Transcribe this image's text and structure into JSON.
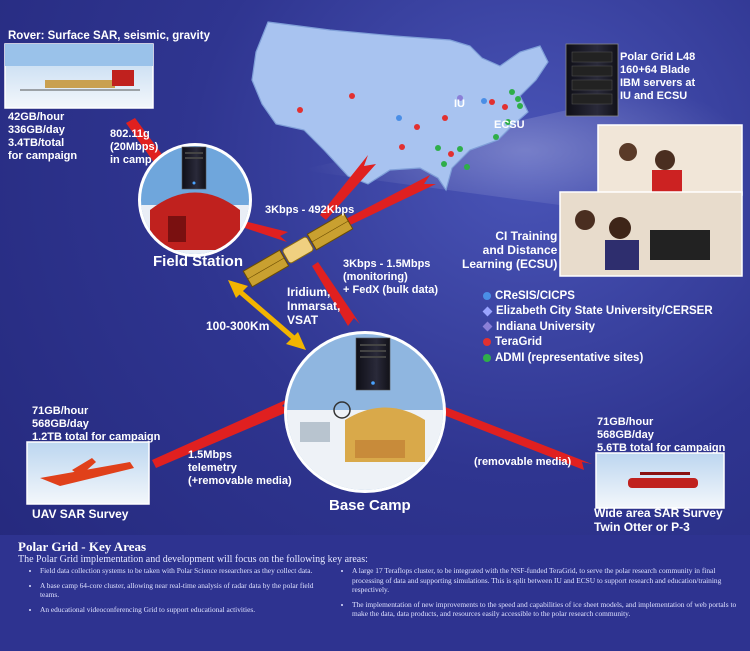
{
  "nodes": {
    "rover": {
      "title": "Rover: Surface SAR, seismic, gravity",
      "stats": [
        "42GB/hour",
        "336GB/day",
        "3.4TB/total",
        "for campaign"
      ]
    },
    "wifi": [
      "802.11g",
      "(20Mbps)",
      "in camp"
    ],
    "field_station": "Field Station",
    "satellite": {
      "uplink": "3Kbps - 492Kbps",
      "names": [
        "Iridium,",
        "Inmarsat,",
        "VSAT"
      ],
      "link2": [
        "3Kbps - 1.5Mbps",
        "(monitoring)",
        "+ FedX (bulk data)"
      ]
    },
    "distance": "100-300Km",
    "polar_grid": [
      "Polar Grid L48",
      "160+64 Blade",
      "IBM servers at",
      "IU and ECSU"
    ],
    "map_labels": {
      "iu": "IU",
      "ecsu": "ECSU"
    },
    "ci_training": [
      "CI Training",
      "and Distance",
      "Learning (ECSU)"
    ],
    "base_camp": "Base Camp",
    "uav": {
      "stats": [
        "71GB/hour",
        "568GB/day",
        "1.2TB total for campaign"
      ],
      "telemetry": [
        "1.5Mbps",
        "telemetry",
        "(+removable media)"
      ],
      "title": "UAV SAR Survey"
    },
    "wide_area": {
      "stats": [
        "71GB/hour",
        "568GB/day",
        "5.6TB total for campaign"
      ],
      "media": "(removable media)",
      "title": [
        "Wide area SAR Survey",
        "Twin Otter or P-3"
      ]
    }
  },
  "legend": [
    {
      "label": "CReSIS/CICPS",
      "shape": "dot",
      "color": "#4a8ee6"
    },
    {
      "label": "Elizabeth City State University/CERSER",
      "shape": "diamond",
      "color": "#9aa4ff"
    },
    {
      "label": "Indiana University",
      "shape": "diamond",
      "color": "#8a7fd8"
    },
    {
      "label": "TeraGrid",
      "shape": "dot",
      "color": "#e23030"
    },
    {
      "label": "ADMI (representative sites)",
      "shape": "dot",
      "color": "#2fae4a"
    }
  ],
  "key_areas": {
    "title": "Polar Grid - Key Areas",
    "intro": "The Polar Grid implementation and development will focus on the following key areas:",
    "left": [
      "Field data collection systems to be taken with Polar Science researchers as they collect data.",
      "A base camp 64-core cluster, allowing near real-time analysis of radar data by the polar field teams.",
      "An educational videoconferencing Grid to support educational activities."
    ],
    "right": [
      "A large 17 Teraflops cluster, to be integrated with the NSF-funded TeraGrid, to serve the polar research community in final processing of data and supporting simulations.  This is split between IU and ECSU to support research and education/training respectively.",
      "The implementation of new improvements to the speed and capabilities of ice sheet models, and implementation of web portals to make the data, data products, and resources easily accessible to the polar research community."
    ]
  },
  "colors": {
    "background": "#2b2f86",
    "link": "#e02020",
    "distance_arrow": "#f2b400",
    "map": "#a8c3f0"
  }
}
